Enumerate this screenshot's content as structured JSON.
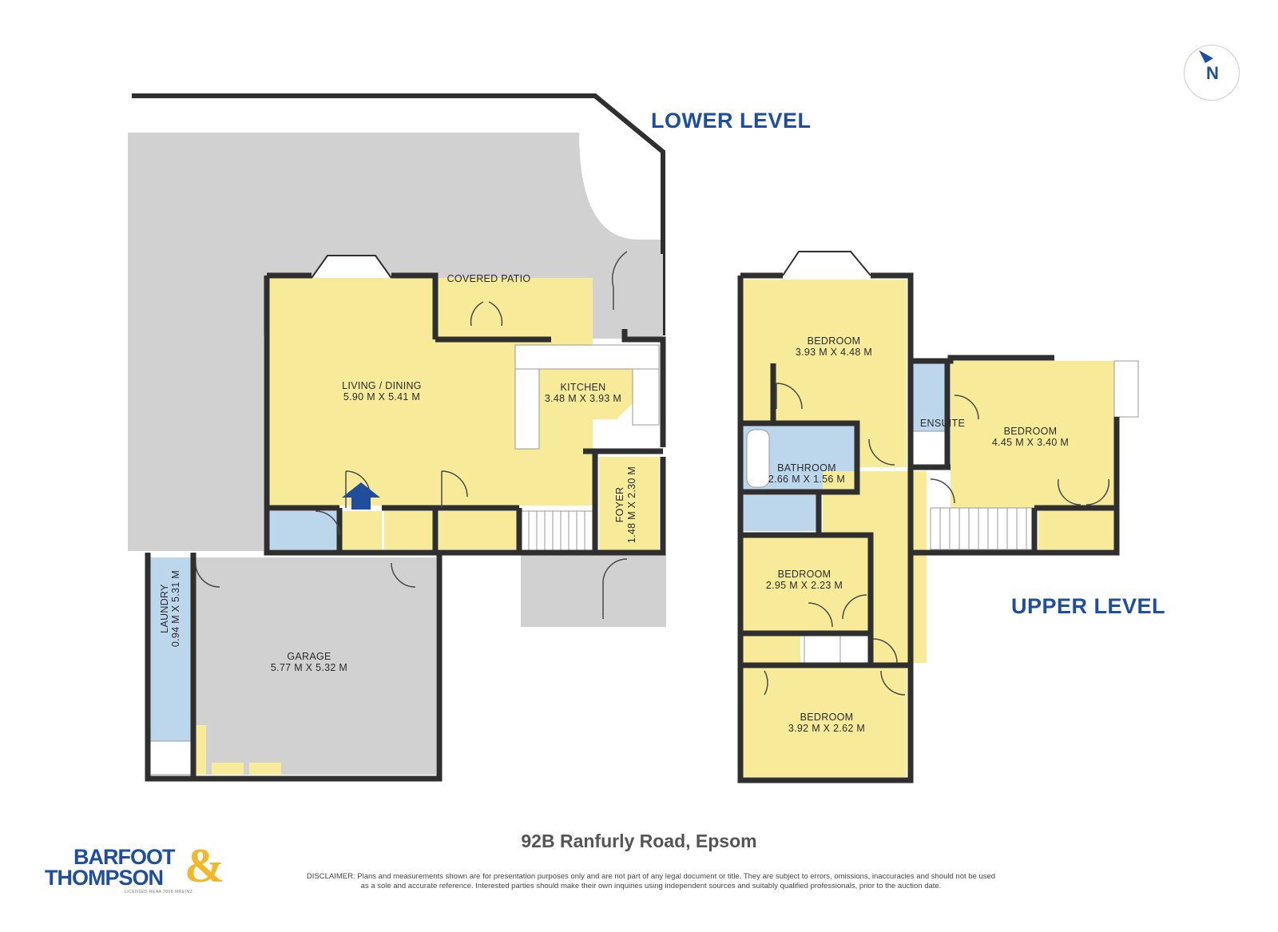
{
  "levels": {
    "lower": "LOWER LEVEL",
    "upper": "UPPER LEVEL"
  },
  "rooms": {
    "covered_patio": {
      "name": "COVERED PATIO"
    },
    "living_dining": {
      "name": "LIVING / DINING",
      "size": "5.90 M X 5.41 M"
    },
    "kitchen": {
      "name": "KITCHEN",
      "size": "3.48 M X 3.93 M"
    },
    "foyer": {
      "name": "FOYER",
      "size": "1.48 M X 2.30 M"
    },
    "laundry": {
      "name": "LAUNDRY",
      "size": "0.94 M X 5.31 M"
    },
    "garage": {
      "name": "GARAGE",
      "size": "5.77 M X 5.32 M"
    },
    "bedroom_1": {
      "name": "BEDROOM",
      "size": "3.93 M X 4.48 M"
    },
    "ensuite": {
      "name": "ENSUITE"
    },
    "bedroom_2": {
      "name": "BEDROOM",
      "size": "4.45 M X 3.40 M"
    },
    "bathroom": {
      "name": "BATHROOM",
      "size": "2.66 M X 1.56 M"
    },
    "bedroom_3": {
      "name": "BEDROOM",
      "size": "2.95 M X 2.23 M"
    },
    "bedroom_4": {
      "name": "BEDROOM",
      "size": "3.92 M X 2.62 M"
    }
  },
  "compass": {
    "label": "N"
  },
  "footer": {
    "address": "92B Ranfurly Road, Epsom",
    "disclaimer_line1": "DISCLAIMER: Plans and measurements shown are for presentation purposes only and are not part of any legal document or title. They are subject to errors, omissions, inaccuracies and should not be used",
    "disclaimer_line2": "as a sole and accurate reference. Interested parties should make their own inquiries using independent sources and suitably qualified professionals, prior to the auction date."
  },
  "logo": {
    "line1": "BARFOOT",
    "line2": "THOMPSON",
    "amp": "&",
    "licence": "LICENSED REAA 2008 MREINZ"
  },
  "colors": {
    "wall": "#2f2f2f",
    "living": "#f7eb9a",
    "wet": "#bcd6ec",
    "outdoor": "#d1d1d1",
    "brand_blue": "#1f4e9c",
    "brand_gold": "#f3b72a"
  }
}
